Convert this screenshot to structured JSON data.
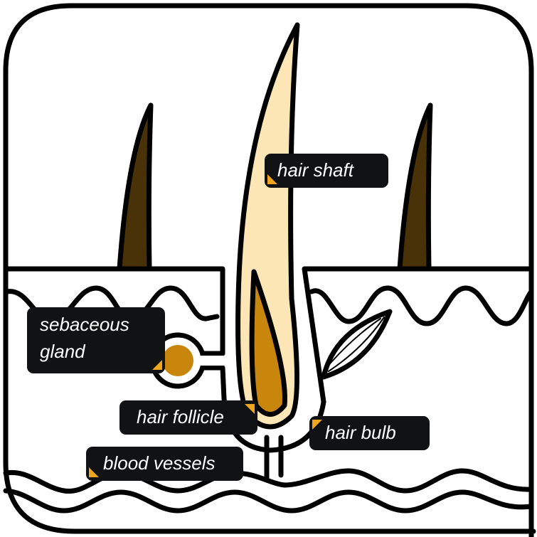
{
  "title": "Hair follicle anatomy",
  "labels": {
    "hair_shaft": "hair shaft",
    "sebaceous_gland_line1": "sebaceous",
    "sebaceous_gland_line2": "gland",
    "hair_follicle": "hair follicle",
    "hair_bulb": "hair bulb",
    "blood_vessels": "blood vessels"
  },
  "colors": {
    "outline": "#000000",
    "shaft": "#fde6b5",
    "bulb": "#c8860d",
    "small_hair": "#4a3208",
    "label_bg": "#111213",
    "accent": "#f0a51f"
  }
}
